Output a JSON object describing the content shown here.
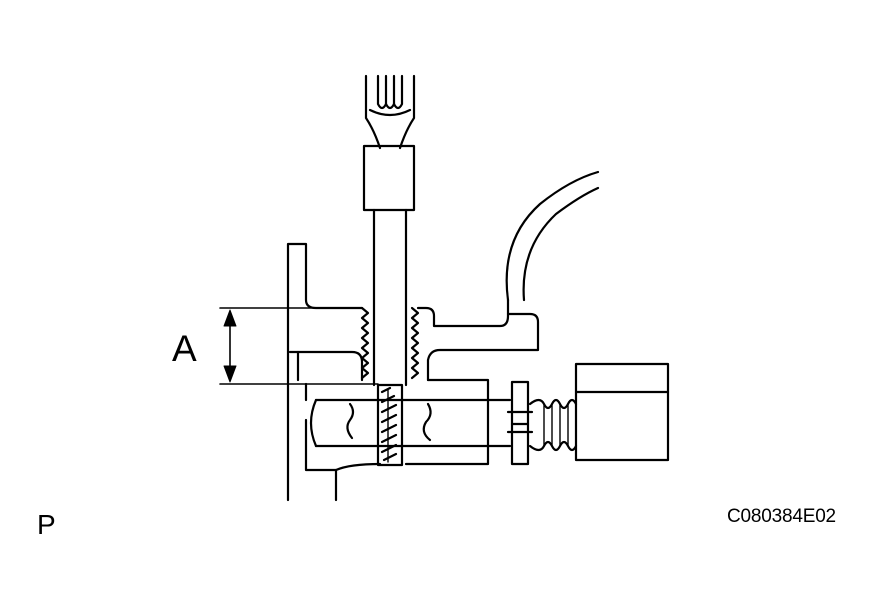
{
  "labels": {
    "dimension": "A",
    "view": "P",
    "code": "C080384E02"
  },
  "colors": {
    "line": "#000000",
    "background": "#ffffff"
  }
}
